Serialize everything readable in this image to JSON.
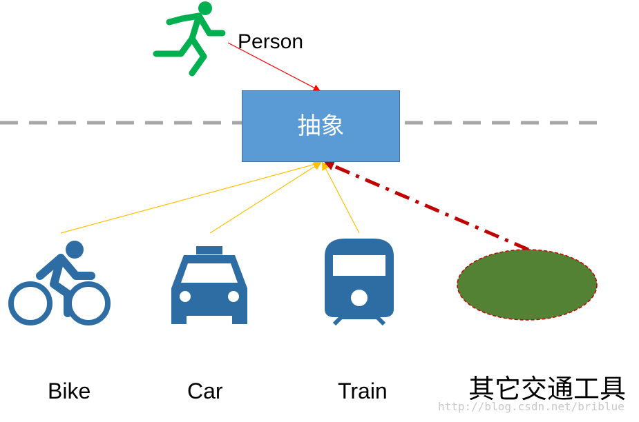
{
  "nodes": {
    "person": "Person",
    "abstraction": "抽象",
    "bike": "Bike",
    "car": "Car",
    "train": "Train",
    "other": "其它交通工具"
  },
  "icons": {
    "person": "running-person-icon",
    "bike": "bicycle-icon",
    "car": "taxi-car-icon",
    "train": "train-icon",
    "other": "ellipse-shape"
  },
  "colors": {
    "person_icon": "#00b050",
    "vehicle_icons": "#2e6da4",
    "abstraction_box": "#5b9bd5",
    "other_shape": "#548235",
    "person_arrow": "#ff0000",
    "vehicle_arrows": "#ffc000",
    "other_arrow": "#c00000",
    "divider": "#a6a6a6"
  },
  "watermark": "http://blog.csdn.net/briblue"
}
